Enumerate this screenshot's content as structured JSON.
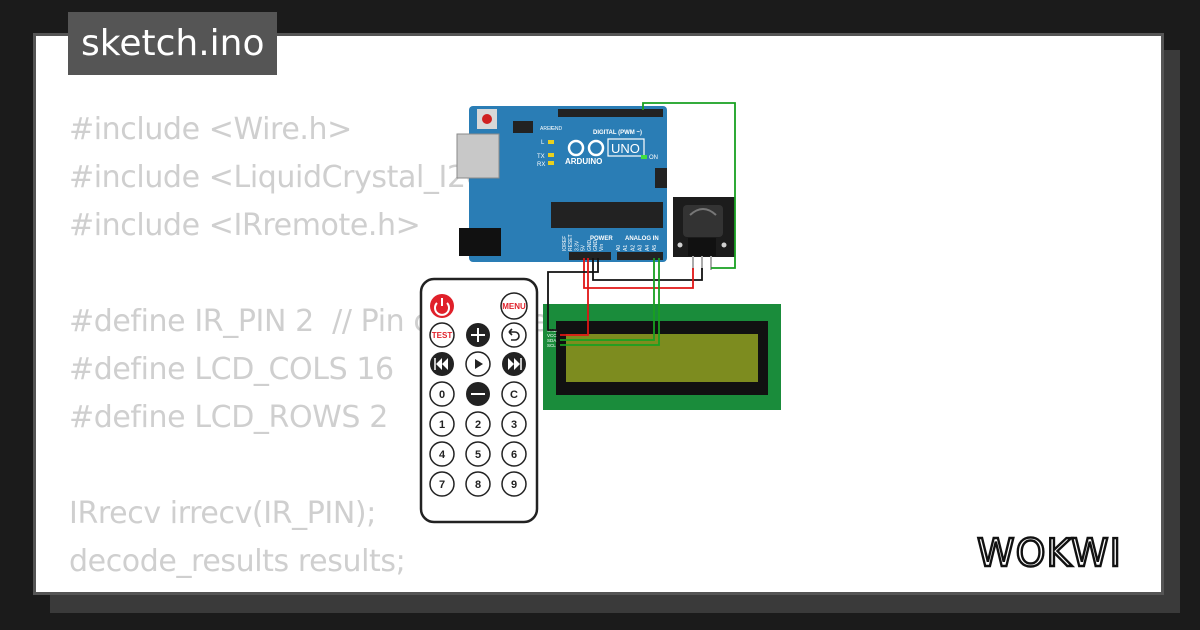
{
  "file_tab": {
    "name": "sketch.ino"
  },
  "code_lines": [
    "#include <Wire.h>",
    "#include <LiquidCrystal_I2C.h>",
    "#include <IRremote.h>",
    "",
    "#define IR_PIN 2  // Pin connected to IR sensor",
    "#define LCD_COLS 16",
    "#define LCD_ROWS 2",
    "",
    "IRrecv irrecv(IR_PIN);",
    "decode_results results;"
  ],
  "brand": {
    "name": "WOKWI"
  },
  "arduino": {
    "board_label": "UNO",
    "brand_label": "ARDUINO",
    "digital_label": "DIGITAL (PWM ~)",
    "analog_label": "ANALOG IN",
    "power_label": "POWER",
    "on_label": "ON",
    "tx_label": "TX",
    "rx_label": "RX",
    "l_label": "L",
    "aref_label": "AREF",
    "gnd_label": "GND",
    "power_pins": [
      "IOREF",
      "RESET",
      "3.3V",
      "5V",
      "GND",
      "GND",
      "Vin"
    ],
    "analog_pins": [
      "A0",
      "A1",
      "A2",
      "A3",
      "A4",
      "A5"
    ]
  },
  "remote": {
    "power_icon": "power-icon",
    "menu_label": "MENU",
    "test_label": "TEST",
    "c_label": "C",
    "digits": [
      "0",
      "1",
      "2",
      "3",
      "4",
      "5",
      "6",
      "7",
      "8",
      "9"
    ]
  },
  "lcd": {
    "pin_labels": [
      "GND",
      "VCC",
      "SDA",
      "SCL"
    ]
  },
  "colors": {
    "board": "#2a7db5",
    "lcd_pcb": "#1a8c3b",
    "lcd_screen": "#7d8c1f",
    "wire_red": "#e01515",
    "wire_green": "#18a020",
    "wire_black": "#111111",
    "code_text": "#cfcfcf"
  }
}
